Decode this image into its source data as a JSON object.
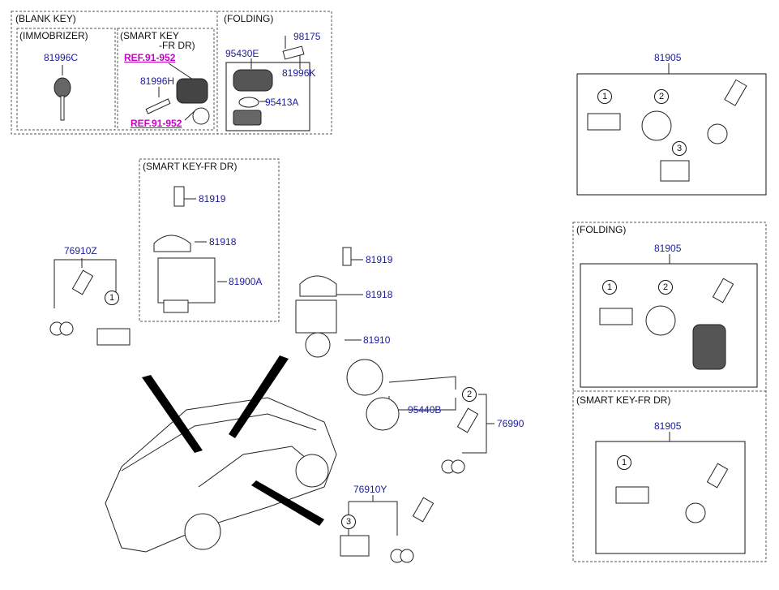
{
  "headers": {
    "blank_key": "(BLANK KEY)",
    "immobilizer": "(IMMOBRIZER)",
    "smart_key_line1": "(SMART KEY",
    "smart_key_line2": "-FR DR)",
    "folding_top": "(FOLDING)",
    "smart_key_fr_dr_mid": "(SMART KEY-FR DR)",
    "folding_right": "(FOLDING)",
    "smart_key_fr_dr_right": "(SMART KEY-FR DR)"
  },
  "refs": {
    "ref1": "REF.91-952",
    "ref2": "REF.91-952"
  },
  "parts": {
    "p81996C": "81996C",
    "p81996H": "81996H",
    "p95430E": "95430E",
    "p98175": "98175",
    "p81996K": "81996K",
    "p95413A": "95413A",
    "p81905_a": "81905",
    "p81905_b": "81905",
    "p81905_c": "81905",
    "p81919_a": "81919",
    "p81918_a": "81918",
    "p81900A": "81900A",
    "p81919_b": "81919",
    "p81918_b": "81918",
    "p81910": "81910",
    "p95440B": "95440B",
    "p76990": "76990",
    "p76910Z": "76910Z",
    "p76910Y": "76910Y"
  },
  "callouts": {
    "c1_top": "1",
    "c2_top": "2",
    "c3_top": "3",
    "c1_fold": "1",
    "c2_fold": "2",
    "c1_smart": "1",
    "c1_door": "1",
    "c2_main": "2",
    "c3_main": "3"
  },
  "colors": {
    "part_number": "#1a1a9c",
    "ref_link": "#c800c8",
    "line": "#111111"
  }
}
